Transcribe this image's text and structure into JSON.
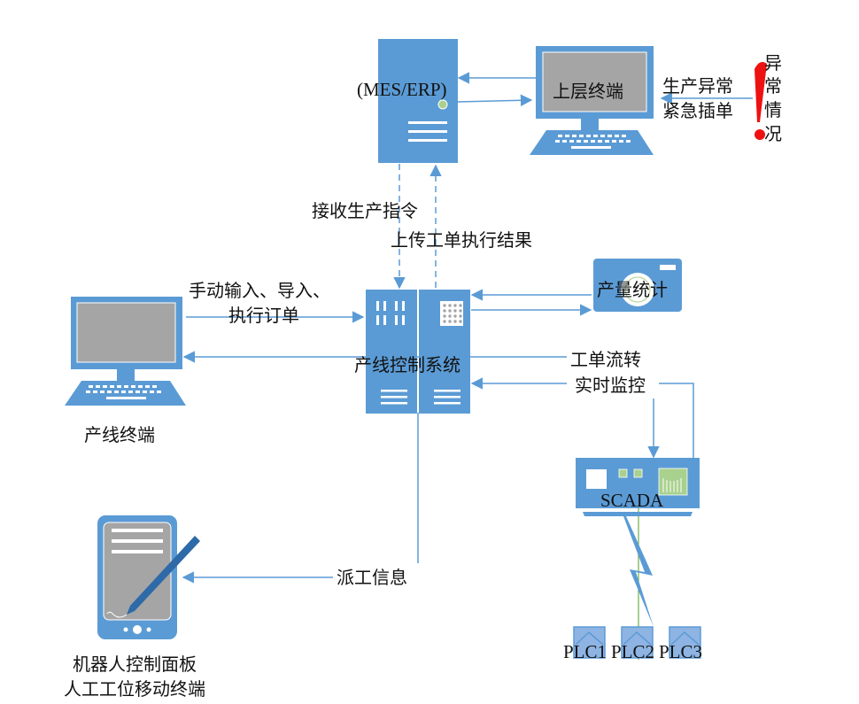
{
  "colors": {
    "primary_blue": "#5b9bd5",
    "dark_blue": "#2e6aa8",
    "screen_gray": "#a5a5a5",
    "accent_green": "#a9d18e",
    "alert_red": "#ee1111",
    "line_blue": "#5b9bd5"
  },
  "nodes": {
    "mes_erp": {
      "label": "(MES/ERP)",
      "icon": "server-icon"
    },
    "upper_terminal": {
      "label": "上层终端",
      "icon": "desktop-computer-icon"
    },
    "exception": {
      "label_lines": [
        "异",
        "常",
        "情",
        "况"
      ],
      "icon": "exclamation-icon"
    },
    "line_control": {
      "label": "产线控制系统",
      "icon": "server-rack-icon"
    },
    "output_stats": {
      "label": "产量统计",
      "icon": "camera-icon"
    },
    "line_terminal": {
      "label": "产线终端",
      "icon": "desktop-computer-icon"
    },
    "scada": {
      "label": "SCADA",
      "icon": "network-switch-icon"
    },
    "plcs": [
      {
        "label": "PLC1",
        "icon": "plc-icon"
      },
      {
        "label": "PLC2",
        "icon": "plc-icon"
      },
      {
        "label": "PLC3",
        "icon": "plc-icon"
      }
    ],
    "mobile_terminal": {
      "label_lines": [
        "机器人控制面板",
        "人工工位移动终端"
      ],
      "icon": "tablet-pen-icon"
    }
  },
  "edges": {
    "exception_to_upper": {
      "label_lines": [
        "生产异常",
        "紧急插单"
      ]
    },
    "mes_to_line": {
      "label": "接收生产指令"
    },
    "line_to_mes": {
      "label": "上传工单执行结果"
    },
    "terminal_to_line": {
      "label_lines": [
        "手动输入、导入、",
        "执行订单"
      ]
    },
    "line_scada": {
      "label_lines": [
        "工单流转",
        "实时监控"
      ]
    },
    "line_to_mobile": {
      "label": "派工信息"
    }
  }
}
